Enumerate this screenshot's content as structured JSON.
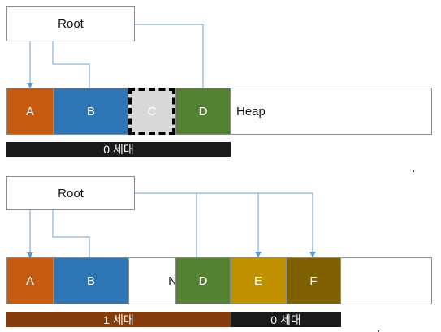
{
  "top": {
    "root_label": "Root",
    "blocks": [
      {
        "label": "A",
        "color": "#c55a11"
      },
      {
        "label": "B",
        "color": "#2e75b6"
      },
      {
        "label": "C",
        "color": "#d9d9d9"
      },
      {
        "label": "D",
        "color": "#548235"
      }
    ],
    "heap_label": "Heap",
    "gen_label": "0 세대"
  },
  "bottom": {
    "root_label": "Root",
    "blocks": [
      {
        "label": "A",
        "color": "#c55a11"
      },
      {
        "label": "B",
        "color": "#2e75b6"
      },
      {
        "label": "N",
        "color": "#ffffff"
      },
      {
        "label": "D",
        "color": "#548235"
      },
      {
        "label": "E",
        "color": "#bf9000"
      },
      {
        "label": "F",
        "color": "#7f6000"
      }
    ],
    "gen1_label": "1 세대",
    "gen0_label": "0 세대"
  },
  "colors": {
    "arrow": "#5b9bd5",
    "gen0_bar": "#1a1a1a",
    "gen1_bar": "#843c0c"
  }
}
